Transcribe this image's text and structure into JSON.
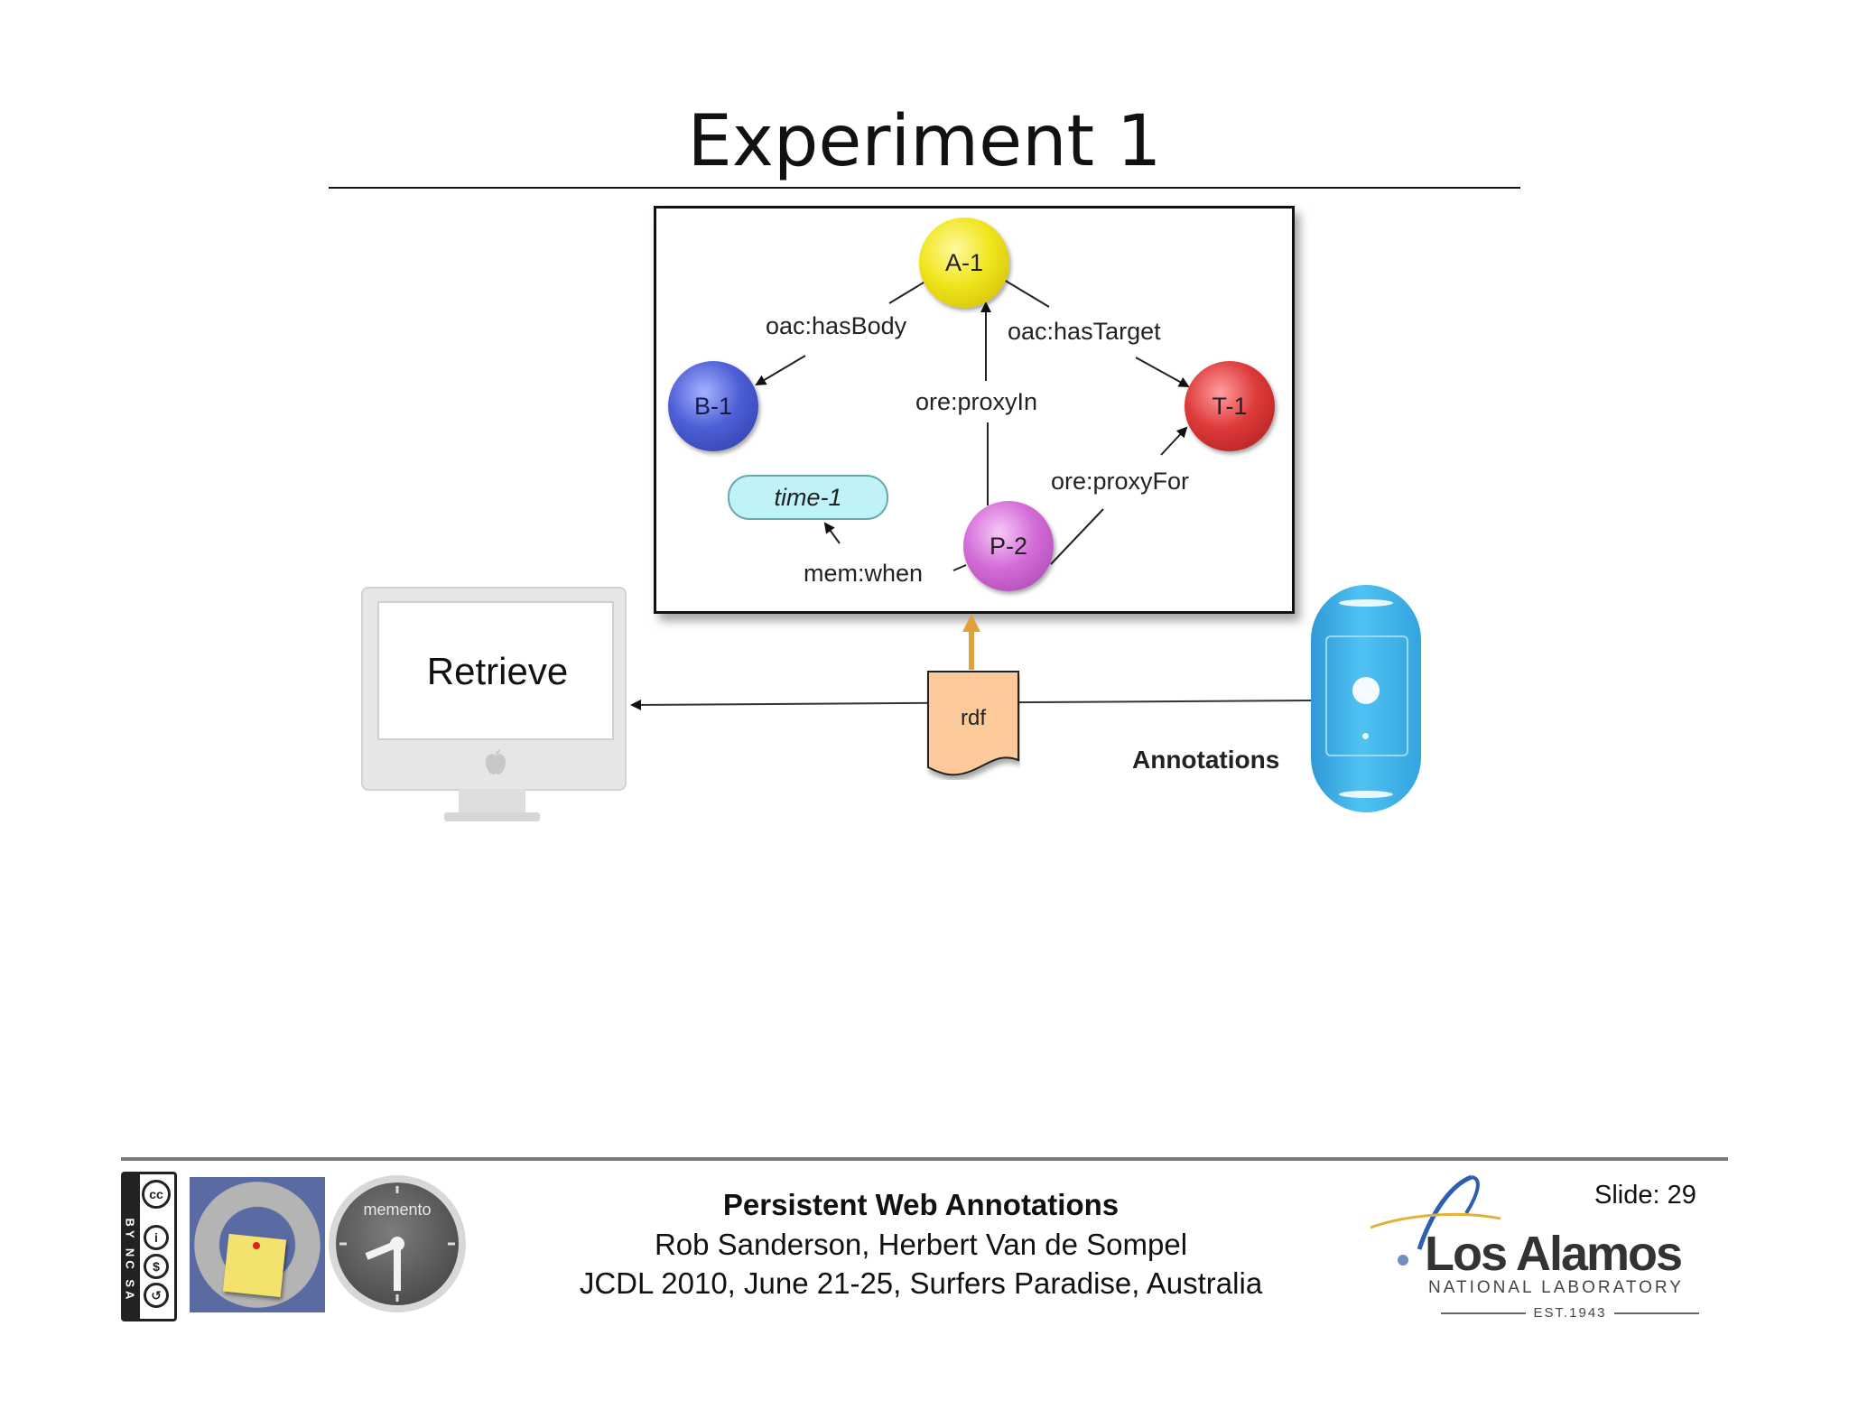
{
  "slide": {
    "title": "Experiment 1",
    "number_label": "Slide: 29"
  },
  "diagram": {
    "nodes": {
      "a1": "A-1",
      "b1": "B-1",
      "t1": "T-1",
      "p2": "P-2",
      "time1": "time-1"
    },
    "edges": {
      "has_body": "oac:hasBody",
      "has_target": "oac:hasTarget",
      "proxy_in": "ore:proxyIn",
      "proxy_for": "ore:proxyFor",
      "when": "mem:when"
    }
  },
  "scene": {
    "retrieve_label": "Retrieve",
    "rdf_label": "rdf",
    "annotations_label": "Annotations"
  },
  "footer": {
    "title": "Persistent Web Annotations",
    "authors": "Rob Sanderson, Herbert Van de Sompel",
    "venue": "JCDL 2010, June 21-25, Surfers Paradise, Australia"
  },
  "logos": {
    "cc_strip": "BY NC SA",
    "memento_word": "memento",
    "lanl_name": "Los Alamos",
    "lanl_sub": "NATIONAL LABORATORY",
    "lanl_est": "EST.1943"
  },
  "colors": {
    "node_a": "#f1e51c",
    "node_b": "#4d5fd6",
    "node_t": "#de3a3a",
    "node_p": "#d36cd8",
    "time_pill": "#bff3f7",
    "rdf_doc": "#fbc99a",
    "rdf_arrow": "#e0a03c",
    "server": "#4fc2f2"
  }
}
